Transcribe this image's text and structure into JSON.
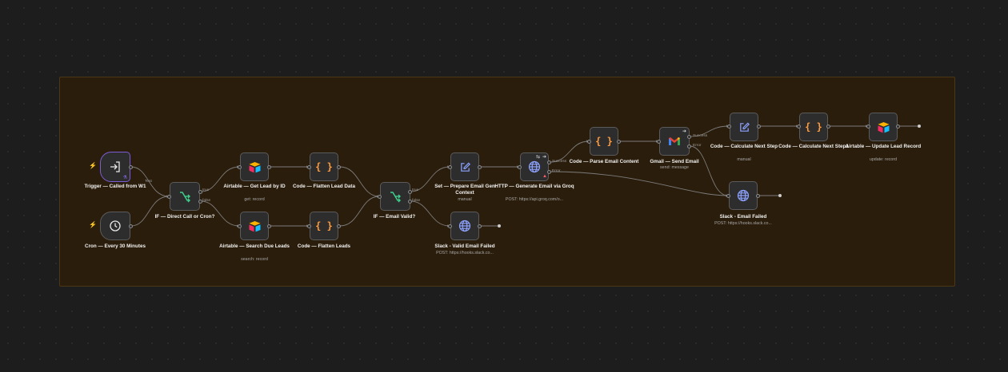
{
  "canvas": {
    "sticky_color": "#2b1d0b",
    "background": "#1d1d1d"
  },
  "nodes": {
    "trigger": {
      "title": "Trigger — Called from W1",
      "icon": "enter-arrow-icon"
    },
    "cron": {
      "title": "Cron — Every 30 Minutes",
      "icon": "clock-icon"
    },
    "if_direct": {
      "title": "IF — Direct Call or Cron?",
      "icon": "if-branch-icon"
    },
    "airtable_get": {
      "title": "Airtable — Get Lead by ID",
      "sub": "get: record",
      "icon": "airtable-icon"
    },
    "airtable_search": {
      "title": "Airtable — Search Due Leads",
      "sub": "search: record",
      "icon": "airtable-icon"
    },
    "code_flatten_lead": {
      "title": "Code — Flatten Lead Data",
      "icon": "code-braces-icon"
    },
    "code_flatten_leads": {
      "title": "Code — Flatten Leads",
      "icon": "code-braces-icon"
    },
    "if_email_valid": {
      "title": "IF — Email Valid?",
      "icon": "if-branch-icon"
    },
    "set_prepare": {
      "title": "Set — Prepare Email Gen Context",
      "sub": "manual",
      "icon": "edit-pen-icon"
    },
    "slack_valid": {
      "title": "Slack - Valid Email Failed",
      "sub": "POST: https://hooks.slack.co...",
      "icon": "globe-icon"
    },
    "http_groq": {
      "title": "HTTP — Generate Email via Groq",
      "sub": "POST: https://api.groq.com/o...",
      "icon": "globe-icon"
    },
    "code_parse": {
      "title": "Code — Parse Email Content",
      "icon": "code-braces-icon"
    },
    "gmail_send": {
      "title": "Gmail — Send Email",
      "sub": "send: message",
      "icon": "gmail-icon"
    },
    "code_calc": {
      "title": "Code — Calculate Next Step",
      "sub": "manual",
      "icon": "edit-pen-icon"
    },
    "code_calc1": {
      "title": "Code — Calculate Next Step1",
      "icon": "code-braces-icon"
    },
    "airtable_update": {
      "title": "Airtable — Update Lead Record",
      "sub": "update: record",
      "icon": "airtable-icon"
    },
    "slack_email": {
      "title": "Slack - Email Failed",
      "sub": "POST: https://hooks.slack.co...",
      "icon": "globe-icon"
    }
  },
  "handles": {
    "test": "Test",
    "true1": "true",
    "false1": "false",
    "true2": "true",
    "false2": "false",
    "success1": "Success",
    "error1": "Error",
    "success2": "Success",
    "error2": "Error"
  }
}
